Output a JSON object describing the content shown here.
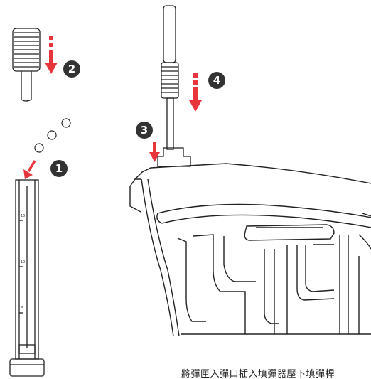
{
  "steps": [
    {
      "number": "1"
    },
    {
      "number": "2"
    },
    {
      "number": "3"
    },
    {
      "number": "4"
    }
  ],
  "loader_tube": {
    "scale_labels": [
      "15",
      "10",
      "5"
    ]
  },
  "caption": "將彈匣入彈口插入填彈器壓下填彈桿",
  "colors": {
    "arrow_red": "#e8343b",
    "badge_dark": "#333333",
    "line": "#222222"
  }
}
